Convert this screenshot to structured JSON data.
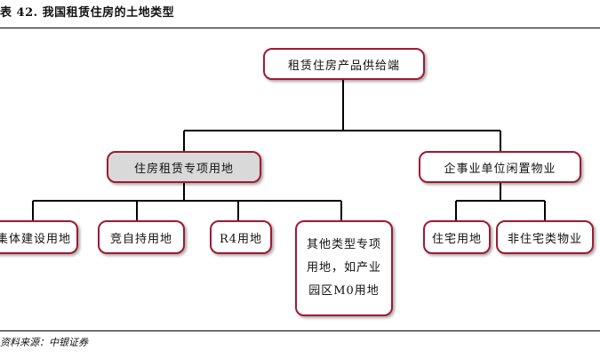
{
  "header": {
    "title": "表 42. 我国租赁住房的土地类型"
  },
  "footer": {
    "source": "资料来源：中银证券"
  },
  "colors": {
    "node_border": "#9e1b32",
    "highlight_fill": "#d9d9d9"
  },
  "diagram": {
    "root": "租赁住房产品供给端",
    "left_branch": "住房租赁专项用地",
    "right_branch": "企事业单位闲置物业",
    "left_children": [
      "集体建设用地",
      "竞自持用地",
      "R4用地",
      "其他类型专项用地，如产业园区M0用地"
    ],
    "right_children": [
      "住宅用地",
      "非住宅类物业"
    ]
  }
}
